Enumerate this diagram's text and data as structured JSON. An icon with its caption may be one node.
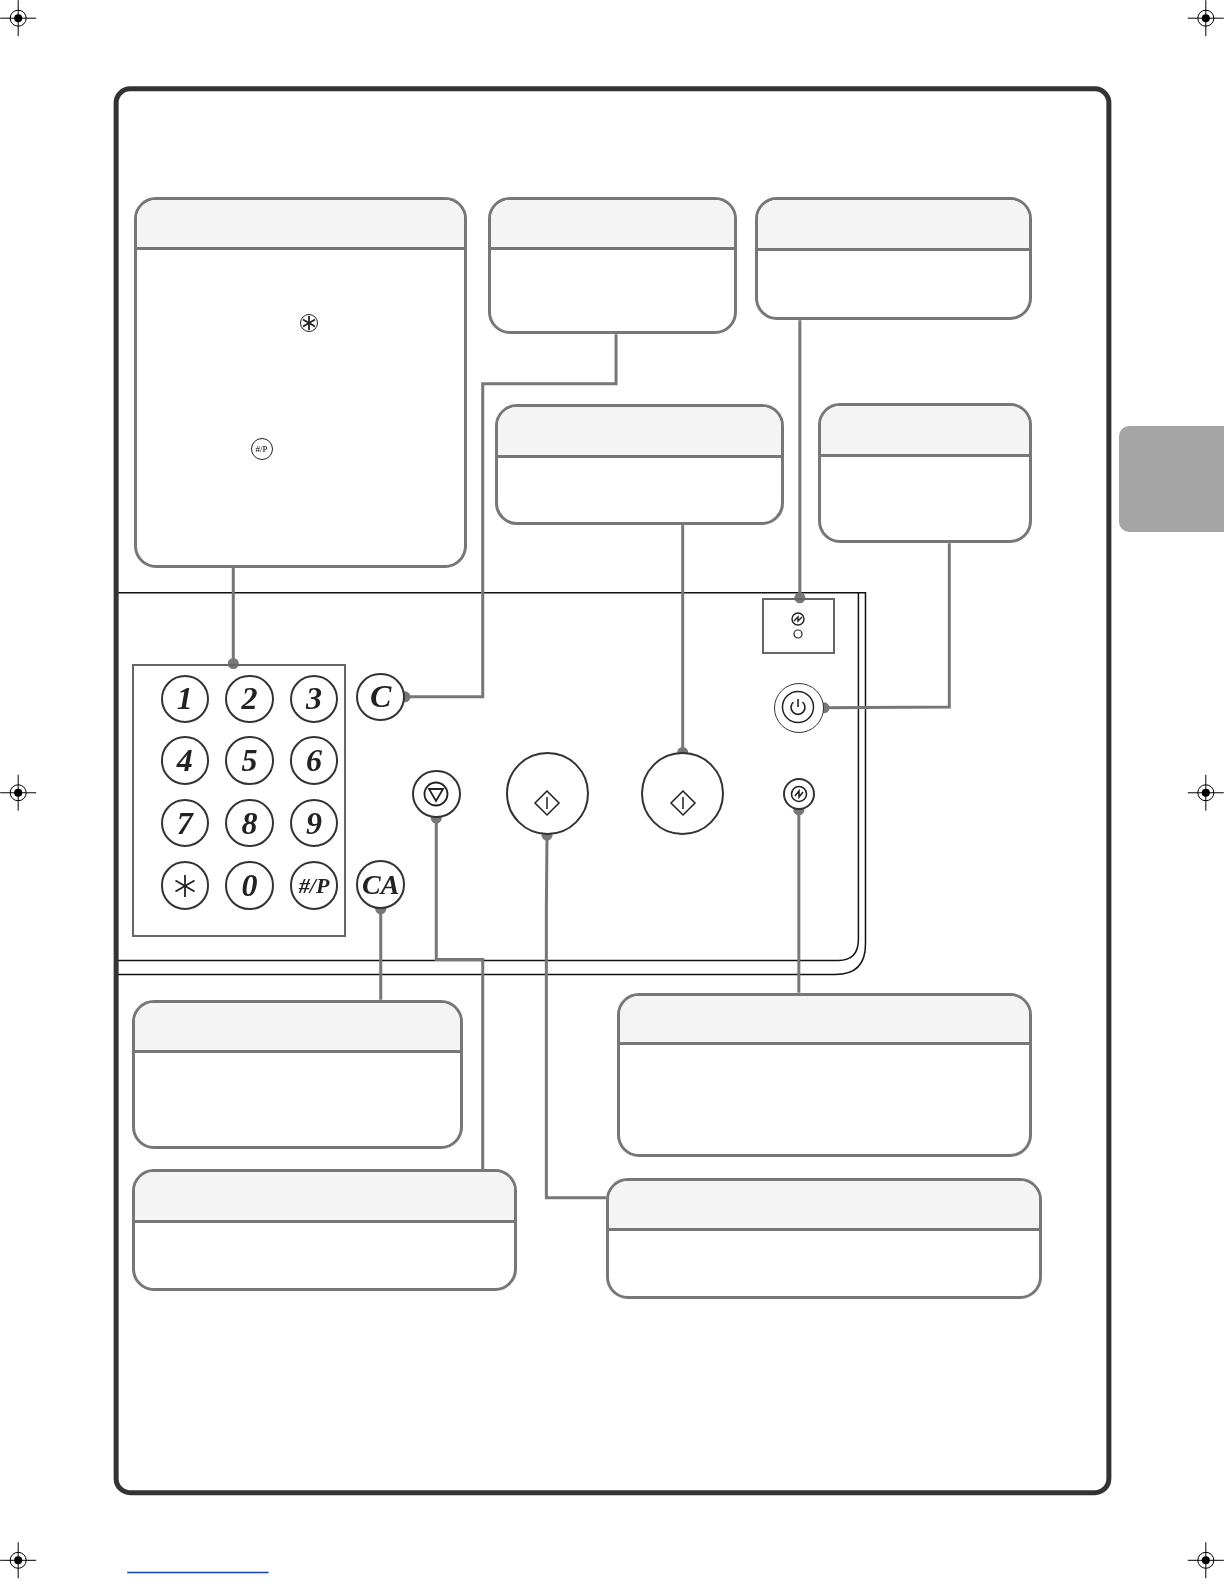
{
  "diagram": {
    "nodes": [
      {
        "text": [],
        "shape": "box"
      },
      {
        "text": [],
        "shape": "box"
      },
      {
        "text": [],
        "shape": "box"
      },
      {
        "text": [],
        "shape": "box"
      },
      {
        "text": [],
        "shape": "box"
      },
      {
        "text": [],
        "shape": "box"
      },
      {
        "text": [],
        "shape": "box"
      },
      {
        "text": [
          "1"
        ],
        "in": 6
      },
      {
        "text": [
          "2"
        ],
        "in": 6
      },
      {
        "text": [
          "3"
        ],
        "in": 6
      },
      {
        "text": [
          "4"
        ],
        "in": 6
      },
      {
        "text": [
          "5"
        ],
        "in": 6
      },
      {
        "text": [
          "6"
        ],
        "in": 6
      },
      {
        "text": [
          "7"
        ],
        "in": 6
      },
      {
        "text": [
          "8"
        ],
        "in": 6
      },
      {
        "text": [
          "9"
        ],
        "in": 6
      },
      {
        "text": [],
        "shape": "circle",
        "in": 6
      },
      {
        "text": [
          "0"
        ],
        "in": 6
      },
      {
        "text": [
          "#/P"
        ],
        "in": 6
      },
      {
        "text": [
          "C"
        ]
      },
      {
        "text": [],
        "shape": "circle"
      },
      {
        "text": [],
        "shape": "circle"
      },
      {
        "text": [],
        "shape": "circle"
      },
      {
        "text": [],
        "shape": "circle"
      },
      {
        "text": [],
        "shape": "circle"
      },
      {
        "text": [
          "CA"
        ]
      },
      {
        "text": [],
        "shape": "box"
      },
      {
        "text": [],
        "shape": "box"
      },
      {
        "text": [],
        "shape": "box"
      },
      {
        "text": [],
        "shape": "box"
      },
      {
        "text": [],
        "shape": "box"
      }
    ],
    "edges": [
      {
        "from": 0,
        "to": 6,
        "arrow": "other"
      },
      {
        "from": 1,
        "to": 19,
        "arrow": "other"
      },
      {
        "from": 2,
        "to": 5,
        "arrow": "other"
      },
      {
        "from": 3,
        "to": 23,
        "arrow": "other"
      },
      {
        "from": 4,
        "to": 20,
        "arrow": "other"
      },
      {
        "from": 26,
        "to": 25,
        "arrow": "other"
      },
      {
        "from": 28,
        "to": 21,
        "arrow": "other"
      },
      {
        "from": 29,
        "to": 22,
        "arrow": "other"
      },
      {
        "from": 27,
        "to": 24,
        "arrow": "other"
      }
    ],
    "labels": [
      "#/P"
    ]
  }
}
